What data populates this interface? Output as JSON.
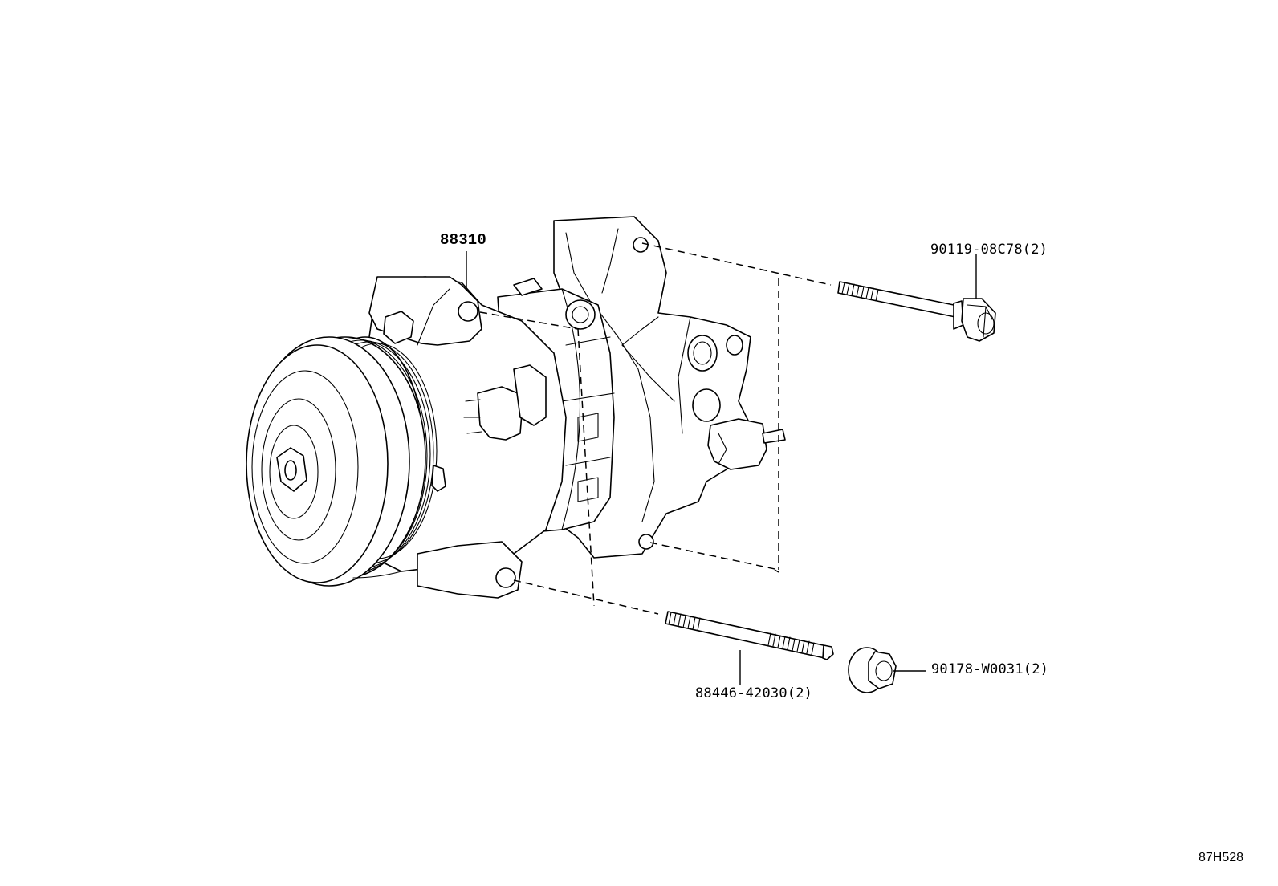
{
  "parts": {
    "compressor": {
      "label": "88310",
      "icon": "ac-compressor-icon"
    },
    "bolt": {
      "label": "90119-08C78(2)",
      "icon": "flange-bolt-icon"
    },
    "stud": {
      "label": "88446-42030(2)",
      "icon": "stud-bolt-icon"
    },
    "nut": {
      "label": "90178-W0031(2)",
      "icon": "flange-nut-icon"
    }
  },
  "diagram_id": "87H528"
}
